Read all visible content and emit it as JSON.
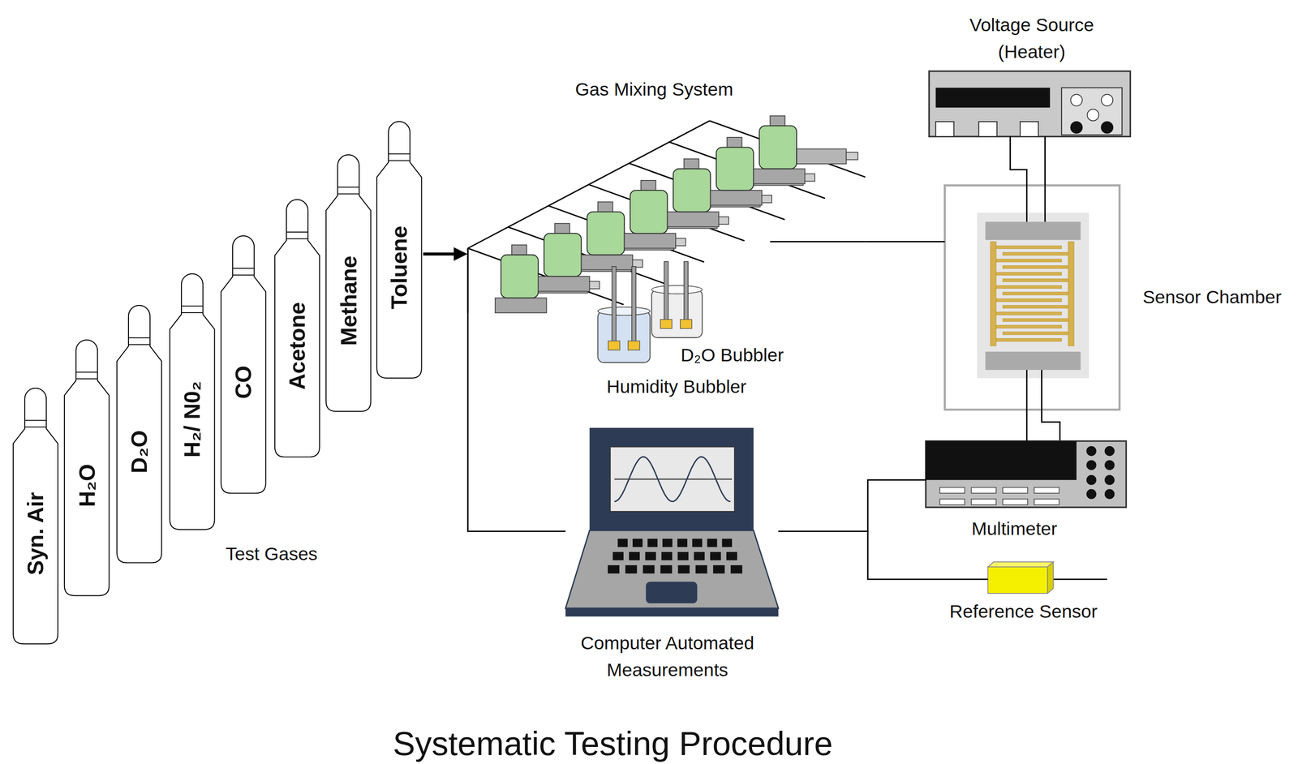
{
  "diagram": {
    "title": "Systematic Testing Procedure",
    "nodes": [
      {
        "text": [
          "Syn. Air"
        ]
      },
      {
        "text": [
          "H₂O"
        ]
      },
      {
        "text": [
          "D₂O"
        ]
      },
      {
        "text": [
          "H₂/ N0₂"
        ]
      },
      {
        "text": [
          "CO"
        ]
      },
      {
        "text": [
          "Acetone"
        ]
      },
      {
        "text": [
          "Methane"
        ]
      },
      {
        "text": [
          "Toluene"
        ]
      },
      {
        "text": [
          "Gas Mixing System"
        ]
      },
      {
        "text": [
          "Humidity Bubbler"
        ]
      },
      {
        "text": [
          "D₂O Bubbler"
        ]
      },
      {
        "text": [
          "Voltage Source (Heater)"
        ]
      },
      {
        "text": [
          "Sensor Chamber"
        ]
      },
      {
        "text": [
          "Multimeter"
        ]
      },
      {
        "text": [
          "Computer Automated Measurements"
        ]
      },
      {
        "text": [
          "Reference Sensor"
        ]
      }
    ],
    "edges": [
      {
        "from": 7,
        "to": 8,
        "arrow": "to"
      },
      {
        "from": 8,
        "to": 12,
        "arrow": "none"
      },
      {
        "from": 11,
        "to": 12,
        "arrow": "none"
      },
      {
        "from": 12,
        "to": 13,
        "arrow": "none"
      },
      {
        "from": 14,
        "to": 13,
        "arrow": "none"
      },
      {
        "from": 14,
        "to": 15,
        "arrow": "none"
      },
      {
        "from": 14,
        "to": 8,
        "arrow": "none"
      }
    ],
    "labels": [
      "Test Gases"
    ]
  }
}
